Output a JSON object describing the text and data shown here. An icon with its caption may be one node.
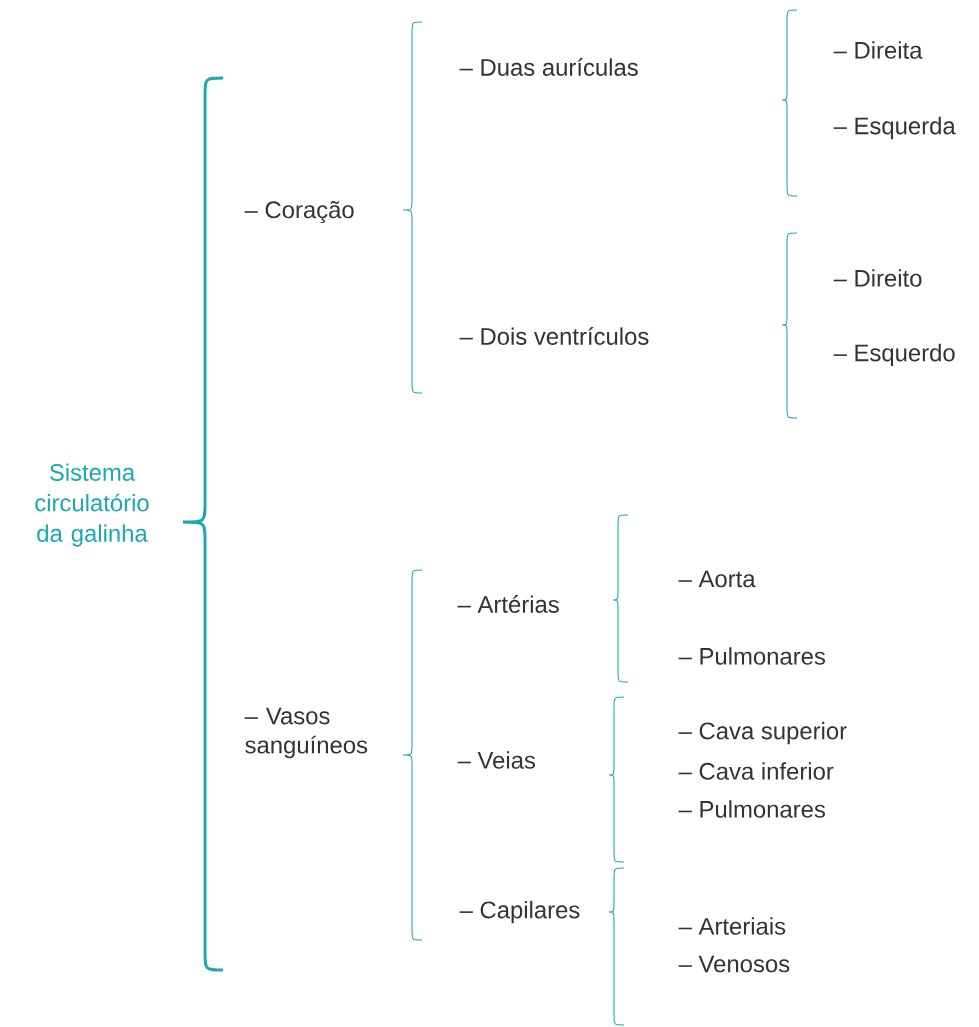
{
  "diagram": {
    "nodes": [
      {
        "text": [
          "Sistema circulatório da galinha"
        ]
      },
      {
        "text": [
          "– Coração"
        ]
      },
      {
        "text": [
          "– Duas aurículas"
        ]
      },
      {
        "text": [
          "– Direita"
        ]
      },
      {
        "text": [
          "– Esquerda"
        ]
      },
      {
        "text": [
          "– Dois ventrículos"
        ]
      },
      {
        "text": [
          "– Direito"
        ]
      },
      {
        "text": [
          "– Esquerdo"
        ]
      },
      {
        "text": [
          "– Vasos sanguíneos"
        ]
      },
      {
        "text": [
          "– Artérias"
        ]
      },
      {
        "text": [
          "– Aorta"
        ]
      },
      {
        "text": [
          "– Pulmonares"
        ]
      },
      {
        "text": [
          "– Veias"
        ]
      },
      {
        "text": [
          "– Cava superior"
        ]
      },
      {
        "text": [
          "– Cava inferior"
        ]
      },
      {
        "text": [
          "– Pulmonares"
        ]
      },
      {
        "text": [
          "– Capilares"
        ]
      },
      {
        "text": [
          "– Arteriais"
        ]
      },
      {
        "text": [
          "– Venosos"
        ]
      }
    ]
  }
}
